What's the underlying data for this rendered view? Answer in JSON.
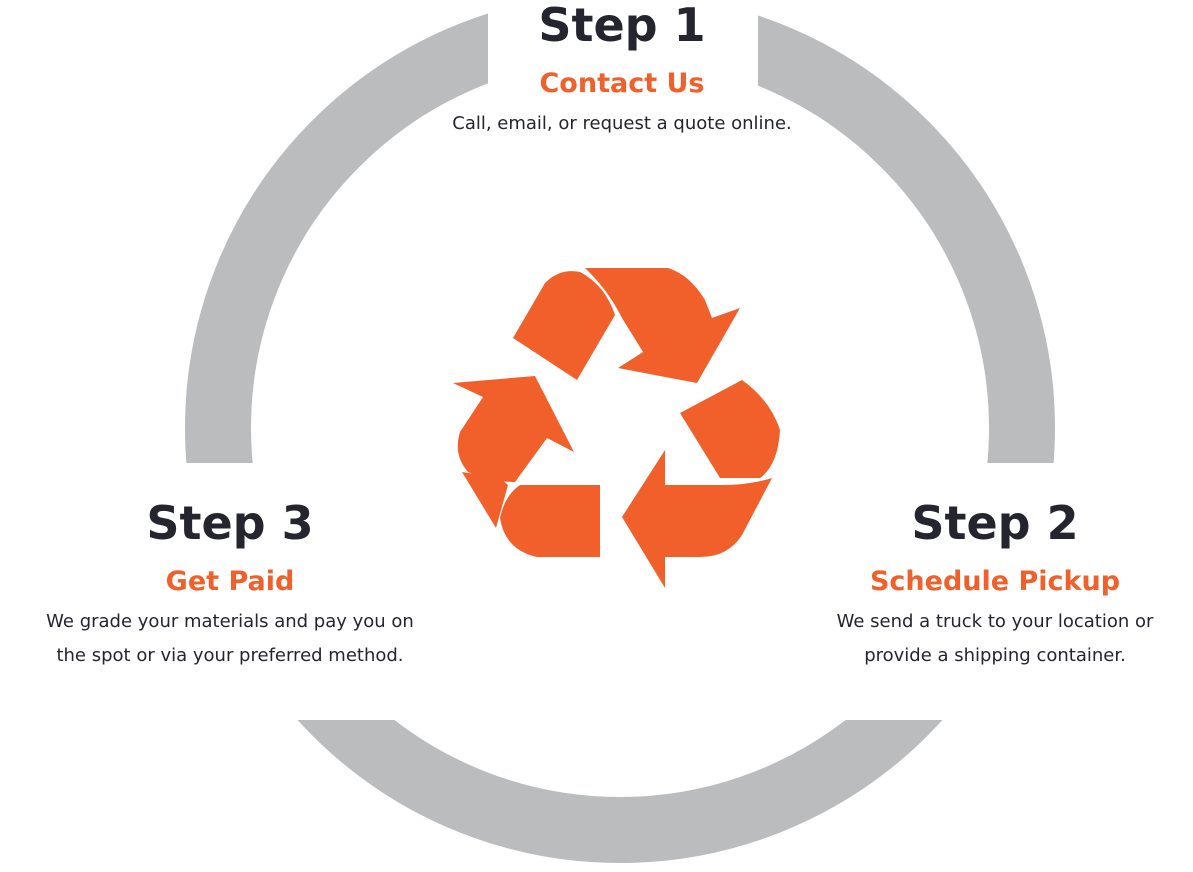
{
  "colors": {
    "accent": "#f15f2a",
    "ring": "#bbbcbe",
    "text": "#25252f"
  },
  "icon": "recycle-icon",
  "steps": [
    {
      "step": "Step 1",
      "title": "Contact Us",
      "desc": [
        "Call, email, or request a quote online."
      ]
    },
    {
      "step": "Step 2",
      "title": "Schedule Pickup",
      "desc": [
        "We send a truck to your location or",
        "provide a shipping container."
      ]
    },
    {
      "step": "Step 3",
      "title": "Get Paid",
      "desc": [
        "We grade your materials and pay you on",
        "the spot or via your preferred method."
      ]
    }
  ]
}
